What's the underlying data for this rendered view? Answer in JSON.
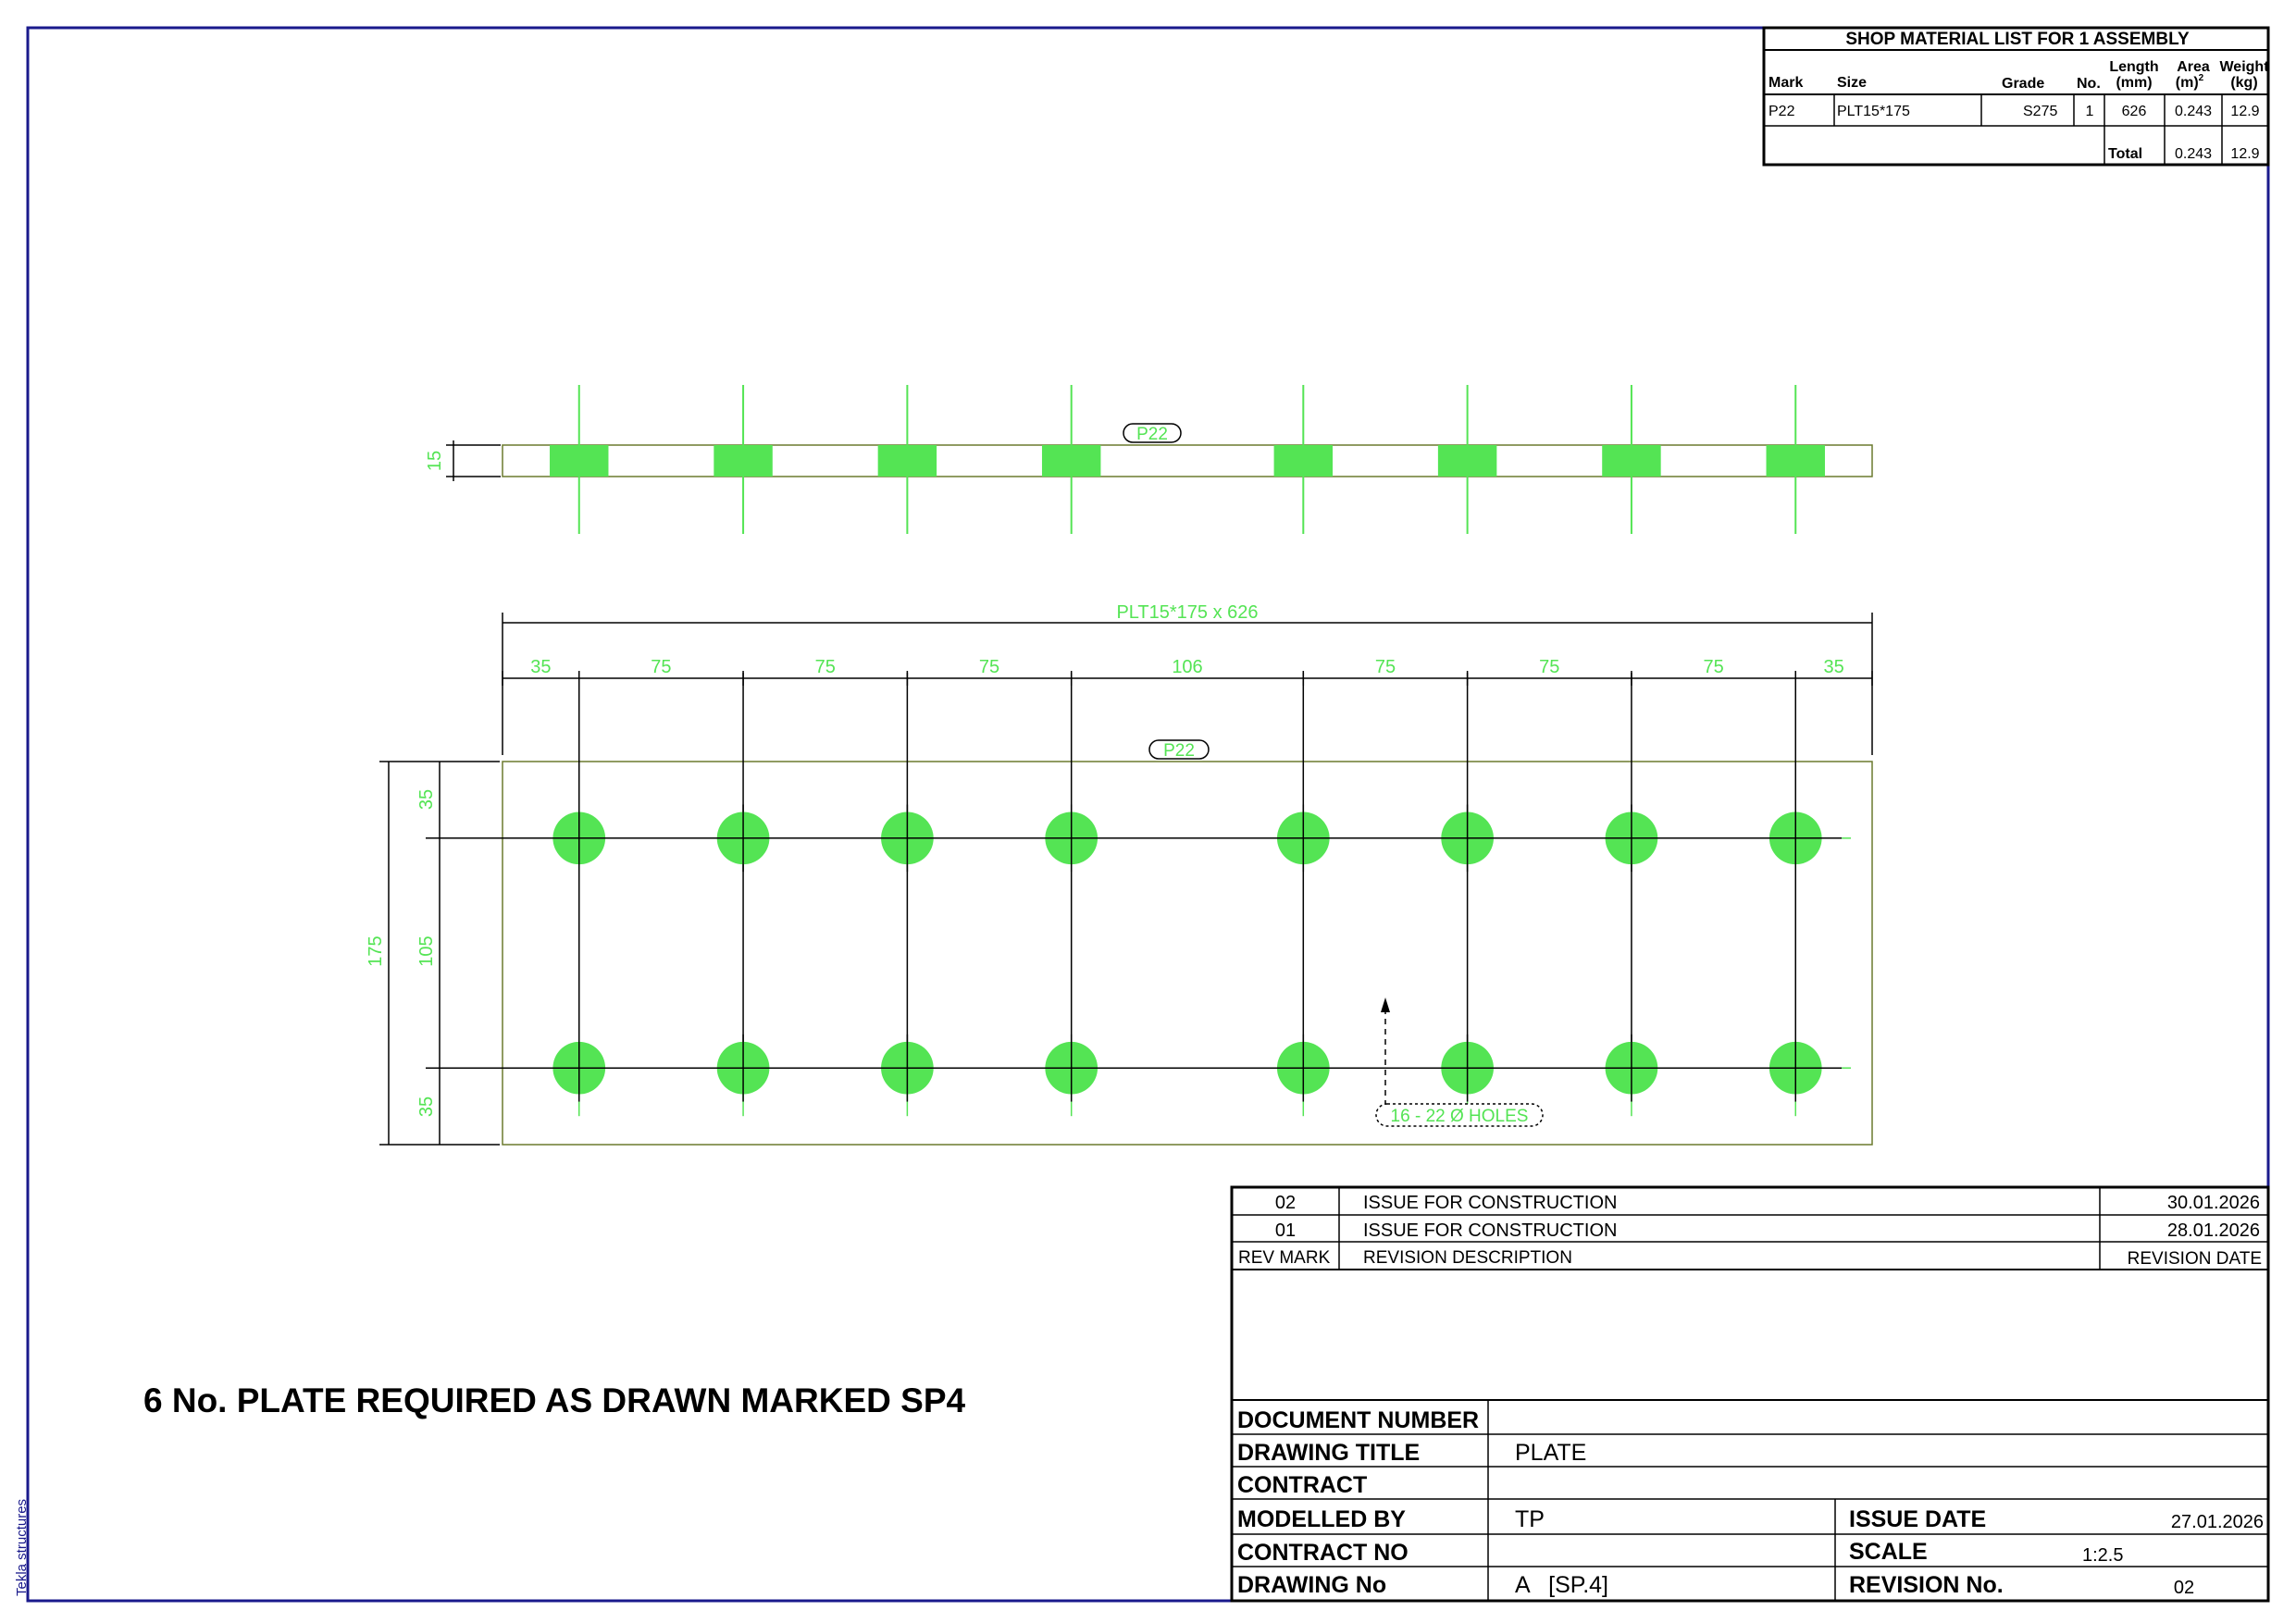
{
  "colors": {
    "border": "#1a1a8c",
    "plate_outline": "#6b7a2e",
    "hole_fill": "#54e454",
    "dimension_text": "#54e454",
    "line": "#000000"
  },
  "material_list": {
    "title": "SHOP MATERIAL LIST FOR 1 ASSEMBLY",
    "headers": {
      "mark": "Mark",
      "size": "Size",
      "grade": "Grade",
      "no": "No.",
      "length_1": "Length",
      "length_2": "(mm)",
      "area_1": "Area",
      "area_2": "(m)",
      "area_sup": "2",
      "weight_1": "Weight",
      "weight_2": "(kg)"
    },
    "rows": [
      {
        "mark": "P22",
        "size": "PLT15*175",
        "grade": "S275",
        "no": "1",
        "length": "626",
        "area": "0.243",
        "weight": "12.9"
      }
    ],
    "total_label": "Total",
    "total_area": "0.243",
    "total_weight": "12.9"
  },
  "side_view": {
    "part_label": "P22",
    "thickness_dim": "15"
  },
  "plan_view": {
    "part_label": "P22",
    "overall_dim": "PLT15*175 x 626",
    "spacing_dims": [
      "35",
      "75",
      "75",
      "75",
      "106",
      "75",
      "75",
      "75",
      "35"
    ],
    "height_total": "175",
    "height_dims": [
      "35",
      "105",
      "35"
    ],
    "holes_label": "16 - 22 Ø HOLES"
  },
  "note": "6 No. PLATE REQUIRED AS DRAWN MARKED SP4",
  "watermark": "Tekla structures",
  "revisions": {
    "rows": [
      {
        "mark": "02",
        "description": "ISSUE FOR CONSTRUCTION",
        "date": "30.01.2026"
      },
      {
        "mark": "01",
        "description": "ISSUE FOR CONSTRUCTION",
        "date": "28.01.2026"
      }
    ],
    "header": {
      "mark": "REV MARK",
      "description": "REVISION DESCRIPTION",
      "date": "REVISION DATE"
    }
  },
  "title_block": {
    "document_number_label": "DOCUMENT NUMBER",
    "document_number_value": "",
    "drawing_title_label": "DRAWING TITLE",
    "drawing_title_value": "PLATE",
    "contract_label": "CONTRACT",
    "contract_value": "",
    "modelled_by_label": "MODELLED BY",
    "modelled_by_value": "TP",
    "issue_date_label": "ISSUE DATE",
    "issue_date_value": "27.01.2026",
    "contract_no_label": "CONTRACT NO",
    "contract_no_value": "",
    "scale_label": "SCALE",
    "scale_value": "1:2.5",
    "drawing_no_label": "DRAWING No",
    "drawing_no_value": "A   [SP.4]",
    "revision_no_label": "REVISION No.",
    "revision_no_value": "02"
  }
}
